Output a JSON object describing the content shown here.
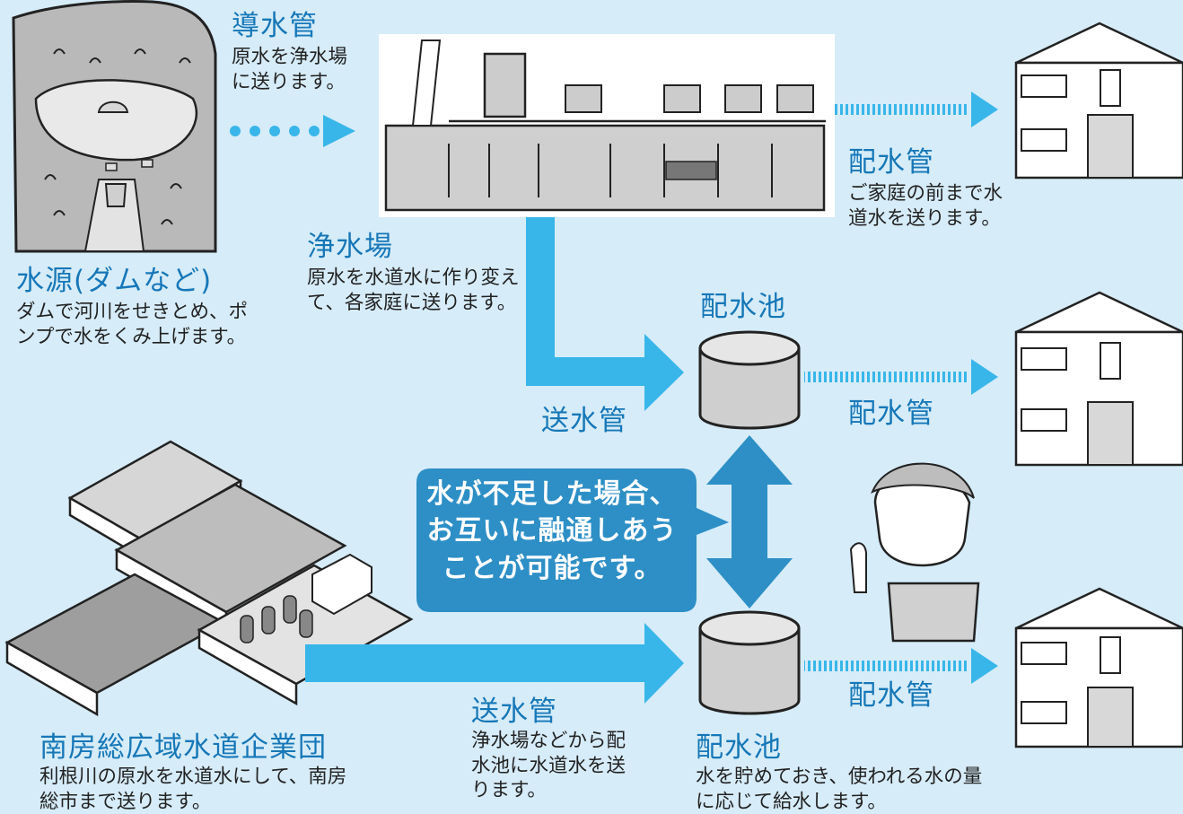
{
  "labels": {
    "dounkan": {
      "title": "導水管",
      "body": "原水を浄水場に送ります。"
    },
    "suigen": {
      "title": "水源(ダムなど)",
      "body": "ダムで河川をせきとめ、ポンプで水をくみ上げます。"
    },
    "jousuijou": {
      "title": "浄水場",
      "body": "原水を水道水に作り変えて、各家庭に送ります。"
    },
    "haisuikan_top": {
      "title": "配水管",
      "body": "ご家庭の前まで水道水を送ります。"
    },
    "haisuichi_mid": {
      "title": "配水池"
    },
    "soukan_mid": {
      "title": "送水管"
    },
    "haisuikan_mid": {
      "title": "配水管"
    },
    "callout": "水が不足した場合、お互いに融通しあうことが可能です。",
    "haisuikan_bot": {
      "title": "配水管"
    },
    "soukan_bot": {
      "title": "送水管",
      "body": "浄水場などから配水池に水道水を送ります。"
    },
    "minamiboso": {
      "title": "南房総広域水道企業団",
      "body": "利根川の原水を水道水にして、南房総市まで送ります。"
    },
    "haisuichi_bot": {
      "title": "配水池",
      "body": "水を貯めておき、使われる水の量に応じて給水します。"
    }
  },
  "colors": {
    "background": "#d6ecf8",
    "arrow_light": "#38b6ea",
    "arrow_dark": "#2d8fc6",
    "title_blue": "#1677b8",
    "tank_gray": "#cfcfcf"
  }
}
